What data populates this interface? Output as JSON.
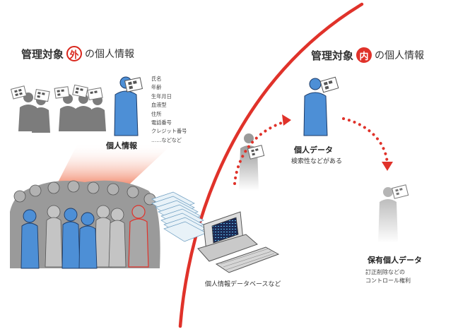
{
  "colors": {
    "accent_red": "#e0322a",
    "person_blue": "#4d8fd6",
    "person_gray": "#7c7c7c"
  },
  "outside": {
    "heading_left": "管理対象",
    "heading_circle": "外",
    "heading_right": "の個人情報",
    "info_fields": [
      "氏名",
      "年齢",
      "生年月日",
      "血液型",
      "住所",
      "電話番号",
      "クレジット番号",
      "……などなど"
    ],
    "person_label": "個人情報",
    "database_label": "個人情報データベースなど"
  },
  "inside": {
    "heading_left": "管理対象",
    "heading_circle": "内",
    "heading_right": "の個人情報",
    "data_title": "個人データ",
    "data_desc": "検索性などがある",
    "retained_title": "保有個人データ",
    "retained_desc_1": "訂正削除などの",
    "retained_desc_2": "コントロール権利"
  }
}
